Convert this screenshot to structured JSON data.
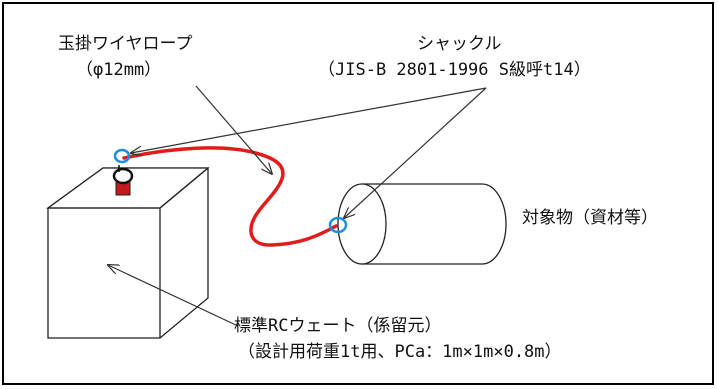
{
  "labels": {
    "rope_name": "玉掛ワイヤロープ",
    "rope_spec": "（φ12mm）",
    "shackle_name": "シャックル",
    "shackle_spec": "（JIS-B 2801-1996 S級呼t14）",
    "object_name": "対象物（資材等）",
    "weight_name": "標準RCウェート（係留元）",
    "weight_spec": "（設計用荷重1t用、PCa：1m×1m×0.8m）"
  },
  "colors": {
    "rope": "#e21b1b",
    "shackle": "#1e8fe0",
    "outline": "#222222",
    "anchor_block": "#c21a1a"
  }
}
